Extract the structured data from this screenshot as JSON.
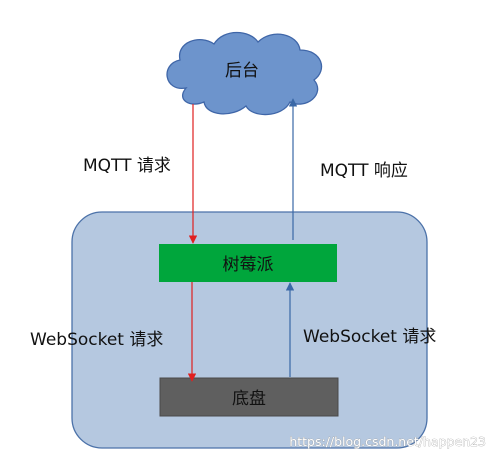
{
  "nodes": {
    "cloud": {
      "label": "后台"
    },
    "pi": {
      "label": "树莓派"
    },
    "chassis": {
      "label": "底盘"
    }
  },
  "edges": {
    "mqtt_request": {
      "label": "MQTT 请求"
    },
    "mqtt_response": {
      "label": "MQTT 响应"
    },
    "ws_request_left": {
      "label": "WebSocket 请求"
    },
    "ws_request_right": {
      "label": "WebSocket 请求"
    }
  },
  "watermark": "https://blog.csdn.net/happen23",
  "colors": {
    "cloud_fill": "#6d94cc",
    "cloud_stroke": "#3f66a8",
    "container_fill": "#b5c8e0",
    "container_stroke": "#4c72a9",
    "pi_fill": "#00a63c",
    "chassis_fill": "#5f5f5f",
    "request_arrow": "#e02020",
    "response_arrow": "#3a68a6"
  }
}
